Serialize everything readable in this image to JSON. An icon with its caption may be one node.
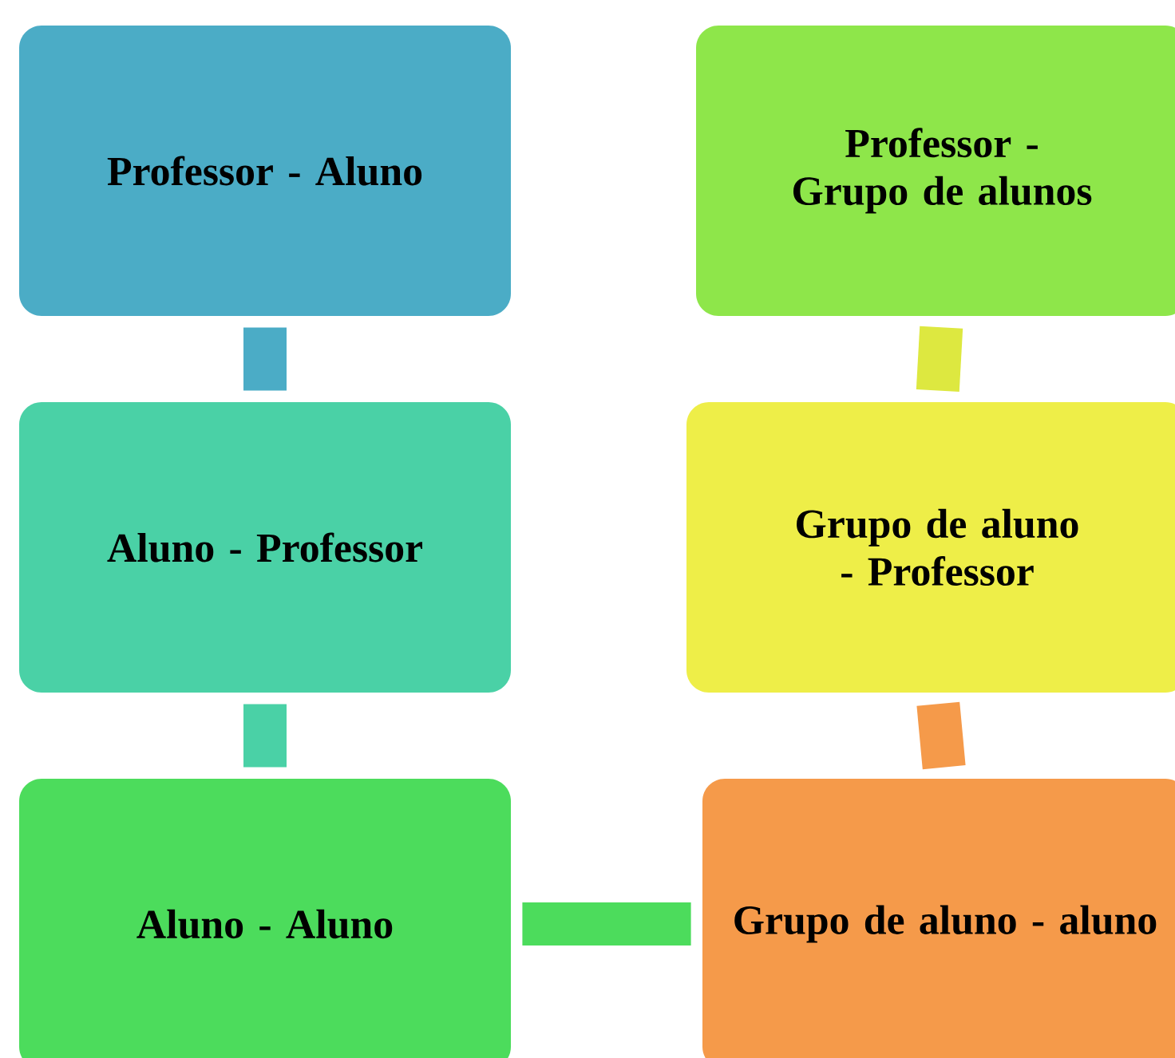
{
  "diagram": {
    "nodes": [
      {
        "text": [
          "Professor - Aluno"
        ]
      },
      {
        "text": [
          "Aluno - Professor"
        ]
      },
      {
        "text": [
          "Aluno - Aluno"
        ]
      },
      {
        "text": [
          "Grupo de aluno - aluno"
        ]
      },
      {
        "text": [
          "Grupo de aluno - Professor"
        ]
      },
      {
        "text": [
          "Professor - Grupo de alunos"
        ]
      }
    ],
    "edges": [
      {
        "from": 0,
        "to": 1,
        "arrow": "none",
        "color": "#4bacc6"
      },
      {
        "from": 1,
        "to": 2,
        "arrow": "none",
        "color": "#4ad1a6"
      },
      {
        "from": 2,
        "to": 3,
        "arrow": "none",
        "color": "#4cdc5c"
      },
      {
        "from": 3,
        "to": 4,
        "arrow": "none",
        "color": "#f59a4a"
      },
      {
        "from": 4,
        "to": 5,
        "arrow": "none",
        "color": "#dde840"
      }
    ]
  }
}
